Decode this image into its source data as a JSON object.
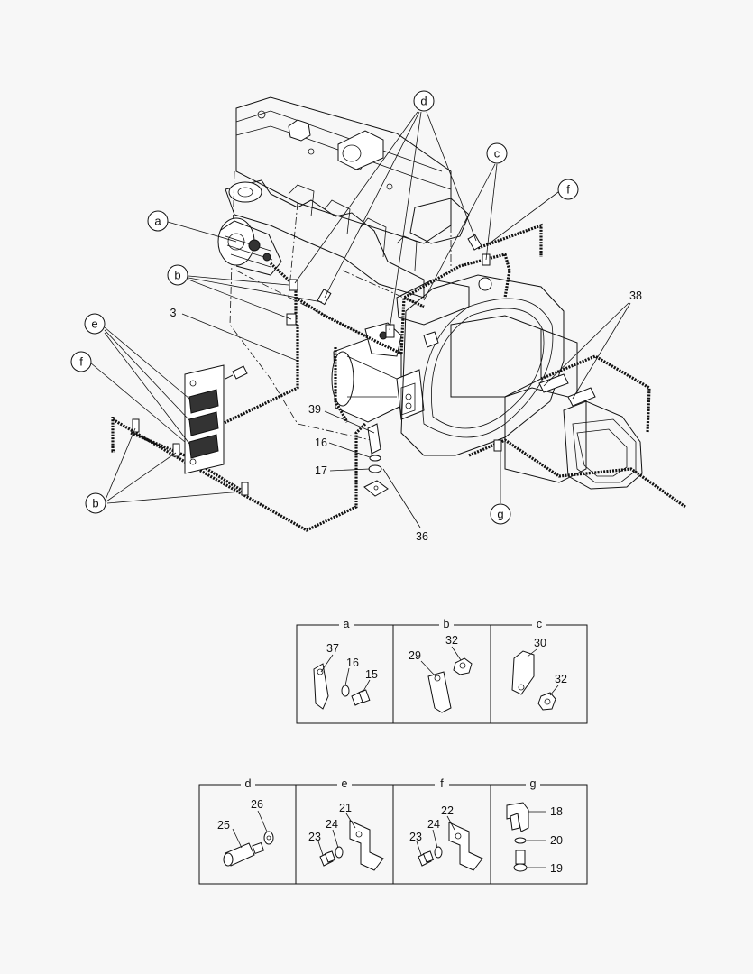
{
  "main_diagram": {
    "letter_callouts": [
      {
        "id": "d",
        "label": "d"
      },
      {
        "id": "c",
        "label": "c"
      },
      {
        "id": "f-top",
        "label": "f"
      },
      {
        "id": "a",
        "label": "a"
      },
      {
        "id": "b-upper",
        "label": "b"
      },
      {
        "id": "e",
        "label": "e"
      },
      {
        "id": "f-left",
        "label": "f"
      },
      {
        "id": "b-lower",
        "label": "b"
      },
      {
        "id": "g",
        "label": "g"
      }
    ],
    "number_labels": [
      {
        "id": "n3",
        "label": "3"
      },
      {
        "id": "n38",
        "label": "38"
      },
      {
        "id": "n39",
        "label": "39"
      },
      {
        "id": "n16",
        "label": "16"
      },
      {
        "id": "n17",
        "label": "17"
      },
      {
        "id": "n36",
        "label": "36"
      }
    ]
  },
  "detail_panels_row1": [
    {
      "title": "a",
      "parts": [
        "37",
        "16",
        "15"
      ]
    },
    {
      "title": "b",
      "parts": [
        "29",
        "32"
      ]
    },
    {
      "title": "c",
      "parts": [
        "30",
        "32"
      ]
    }
  ],
  "detail_panels_row2": [
    {
      "title": "d",
      "parts": [
        "26",
        "25"
      ]
    },
    {
      "title": "e",
      "parts": [
        "21",
        "24",
        "23"
      ]
    },
    {
      "title": "f",
      "parts": [
        "22",
        "24",
        "23"
      ]
    },
    {
      "title": "g",
      "parts": [
        "18",
        "20",
        "19"
      ]
    }
  ]
}
